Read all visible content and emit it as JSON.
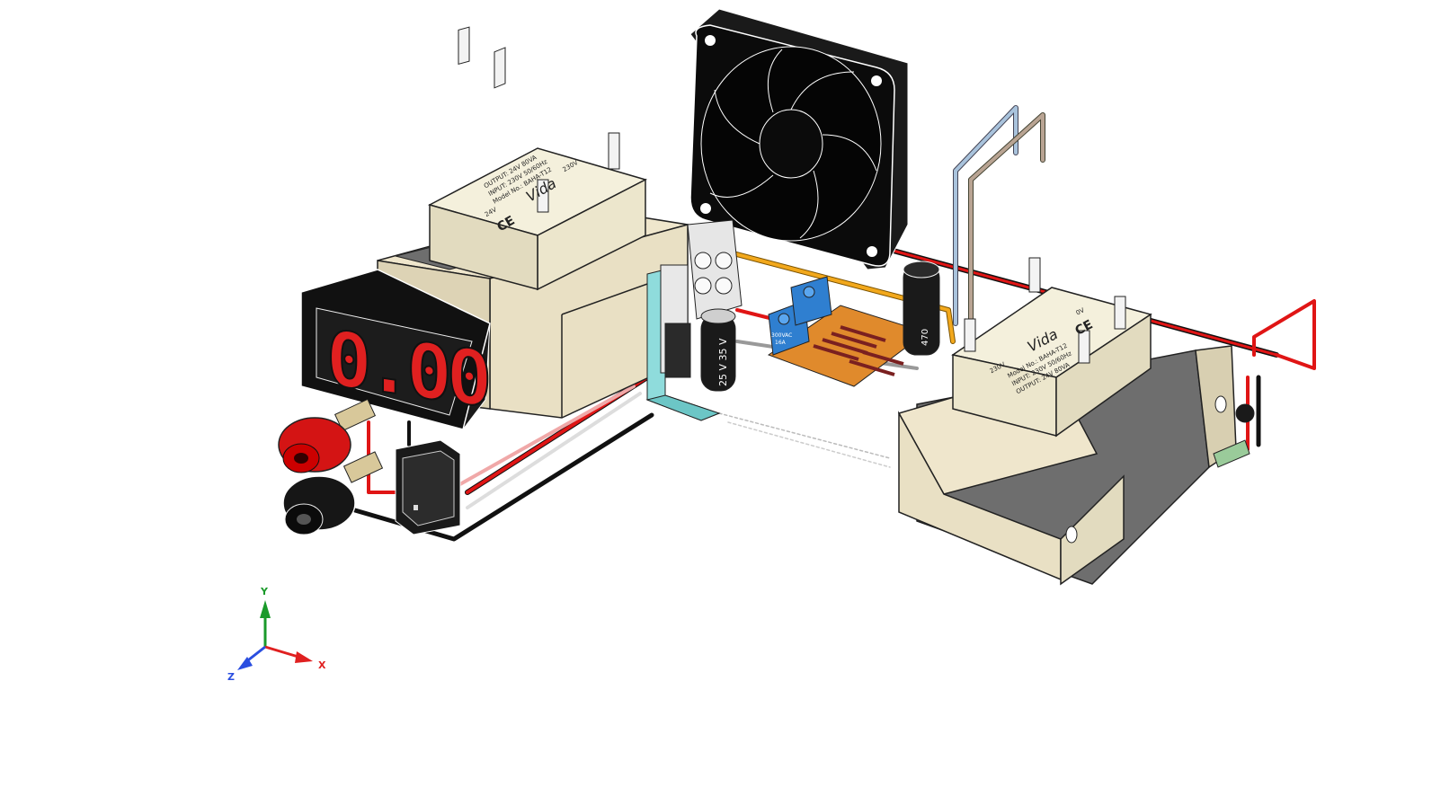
{
  "colors": {
    "background": "#ffffff",
    "transformer_body": "#ede4c8",
    "transformer_core": "#6e6e6e",
    "relay_body": "#f3efd9",
    "display_digits": "#e02020",
    "display_bezel": "#111111",
    "fan": "#0b0b0b",
    "terminal_block": "#2f7fd0",
    "pcb": "#e08a2c",
    "heatsink": "#7fd6d6",
    "wire_red": "#e01515",
    "wire_black": "#111111",
    "wire_orange": "#f2a81c",
    "wire_blue_grey": "#a9c3dc",
    "wire_brown": "#b9a493",
    "axis_x": "#e02020",
    "axis_y": "#1a9a2a",
    "axis_z": "#2a4ee0"
  },
  "display": {
    "reading": "0.00"
  },
  "relay_left": {
    "brand": "Vida",
    "model": "Model No.: BAHA-T12",
    "input": "INPUT: 230V 50/60Hz",
    "output": "OUTPUT: 24V 80VA",
    "voltage_in": "230V",
    "voltage_out": "24V",
    "mark": "CE"
  },
  "relay_right": {
    "brand": "Vida",
    "model": "Model No.: BAHA-T12",
    "input": "INPUT: 230V 50/60Hz",
    "output": "OUTPUT: 24V 80VA",
    "voltage_in": "230V",
    "voltage_out": "0V",
    "mark": "CE"
  },
  "capacitor": {
    "label": "25 V  35 V"
  },
  "capacitor_right": {
    "label": "470"
  },
  "terminal_label": {
    "line1": "300VAC",
    "line2": "16A"
  },
  "axes": {
    "x": "X",
    "y": "Y",
    "z": "Z"
  }
}
